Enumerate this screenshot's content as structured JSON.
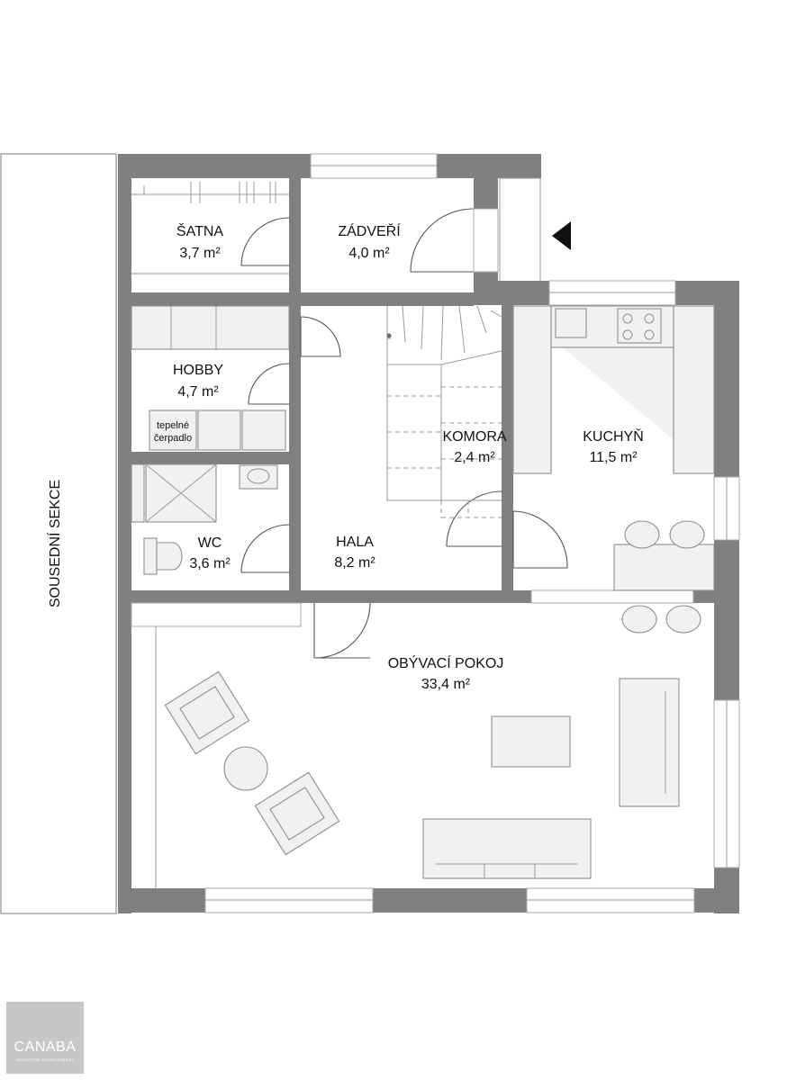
{
  "plan": {
    "neighbor_label": "SOUSEDNÍ SEKCE",
    "entrance_marker": "entrance-arrow-icon",
    "rooms": [
      {
        "name": "ŠATNA",
        "area": "3,7 m²"
      },
      {
        "name": "ZÁDVEŘÍ",
        "area": "4,0 m²"
      },
      {
        "name": "HOBBY",
        "area": "4,7 m²"
      },
      {
        "name": "KOMORA",
        "area": "2,4 m²"
      },
      {
        "name": "KUCHYŇ",
        "area": "11,5 m²"
      },
      {
        "name": "WC",
        "area": "3,6 m²"
      },
      {
        "name": "HALA",
        "area": "8,2 m²"
      },
      {
        "name": "OBÝVACÍ POKOJ",
        "area": "33,4 m²"
      }
    ],
    "heat_pump_label": [
      "tepelné",
      "čerpadlo"
    ]
  },
  "logo": {
    "name": "CANABA",
    "tagline": "INVESTIČNÍ DEVELOPMENT"
  },
  "colors": {
    "wall": "#808082",
    "furniture_fill": "#f1f1f2",
    "logo_bg": "#c7c7c9"
  }
}
